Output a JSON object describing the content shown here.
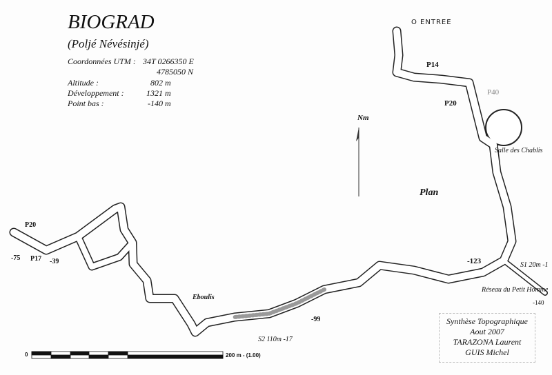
{
  "header": {
    "title": "BIOGRAD",
    "subtitle": "(Poljé Névésinjé)",
    "info": [
      {
        "label": "Coordonnées UTM :",
        "value": "34T 0266350 E"
      },
      {
        "label": "",
        "value": "4785050 N"
      },
      {
        "label": "Altitude :",
        "value": "802 m"
      },
      {
        "label": "Développement :",
        "value": "1321 m"
      },
      {
        "label": "Point bas :",
        "value": "-140 m"
      }
    ]
  },
  "map": {
    "view_label": "Plan",
    "north_label": "Nm",
    "labels": {
      "entrance": "O ENTREE",
      "p14": "P14",
      "p40": "P40",
      "p20_upper": "P20",
      "salle": "Salle des Chablis",
      "depth_123": "-123",
      "s1": "S1 20m -1",
      "reseau": "Réseau du Petit Homme",
      "depth_140": "-140",
      "depth_99": "-99",
      "s2": "S2 110m -17",
      "eboulis": "Eboulis",
      "p20_left": "P20",
      "p17": "P17",
      "depth_75": "-75",
      "depth_39": "-39"
    }
  },
  "scale": {
    "start": "0",
    "end": "200 m - (1.00)"
  },
  "credits": [
    "Synthèse Topographique",
    "Aout 2007",
    "TARAZONA Laurent",
    "GUIS Michel"
  ]
}
